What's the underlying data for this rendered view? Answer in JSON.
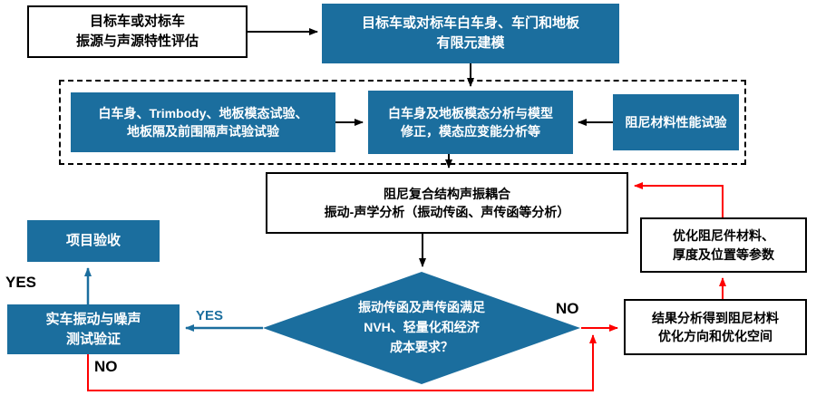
{
  "diagram": {
    "type": "flowchart",
    "language": "zh-CN",
    "topic": "Vehicle damping NVH analysis workflow"
  },
  "colors": {
    "box_blue": "#1b6e9e",
    "box_white": "#ffffff",
    "arrow_black": "#000000",
    "arrow_red": "#fe0000",
    "arrow_blue": "#1b6e9e",
    "text_on_blue": "#ffffff",
    "text_on_white": "#000000"
  },
  "boxes": {
    "source_eval": {
      "label": "目标车或对标车\n振源与声源特性评估"
    },
    "fem_model": {
      "label": "目标车或对标车白车身、车门和地板\n有限元建模"
    },
    "modal_test": {
      "label": "白车身、Trimbody、地板模态试验、\n地板隔及前围隔声试验试验"
    },
    "modal_analysis": {
      "label": "白车身及地板模态分析与模型\n修正，模态应变能分析等"
    },
    "damping_material_test": {
      "label": "阻尼材料性能试验"
    },
    "coupling_analysis": {
      "label": "阻尼复合结构声振耦合\n振动-声学分析（振动传函、声传函等分析）"
    },
    "decision": {
      "label": "振动传函及声传函满足\nNVH、轻量化和经济\n成本要求？"
    },
    "project_acceptance": {
      "label": "项目验收"
    },
    "vehicle_test": {
      "label": "实车振动与噪声\n测试验证"
    },
    "optimize_params": {
      "label": "优化阻尼件材料、\n厚度及位置等参数"
    },
    "result_analysis": {
      "label": "结果分析得到阻尼材料\n优化方向和优化空间"
    }
  },
  "labels": {
    "yes_left": "YES",
    "yes_diamond": "YES",
    "no_diamond": "NO",
    "no_bottom": "NO"
  }
}
